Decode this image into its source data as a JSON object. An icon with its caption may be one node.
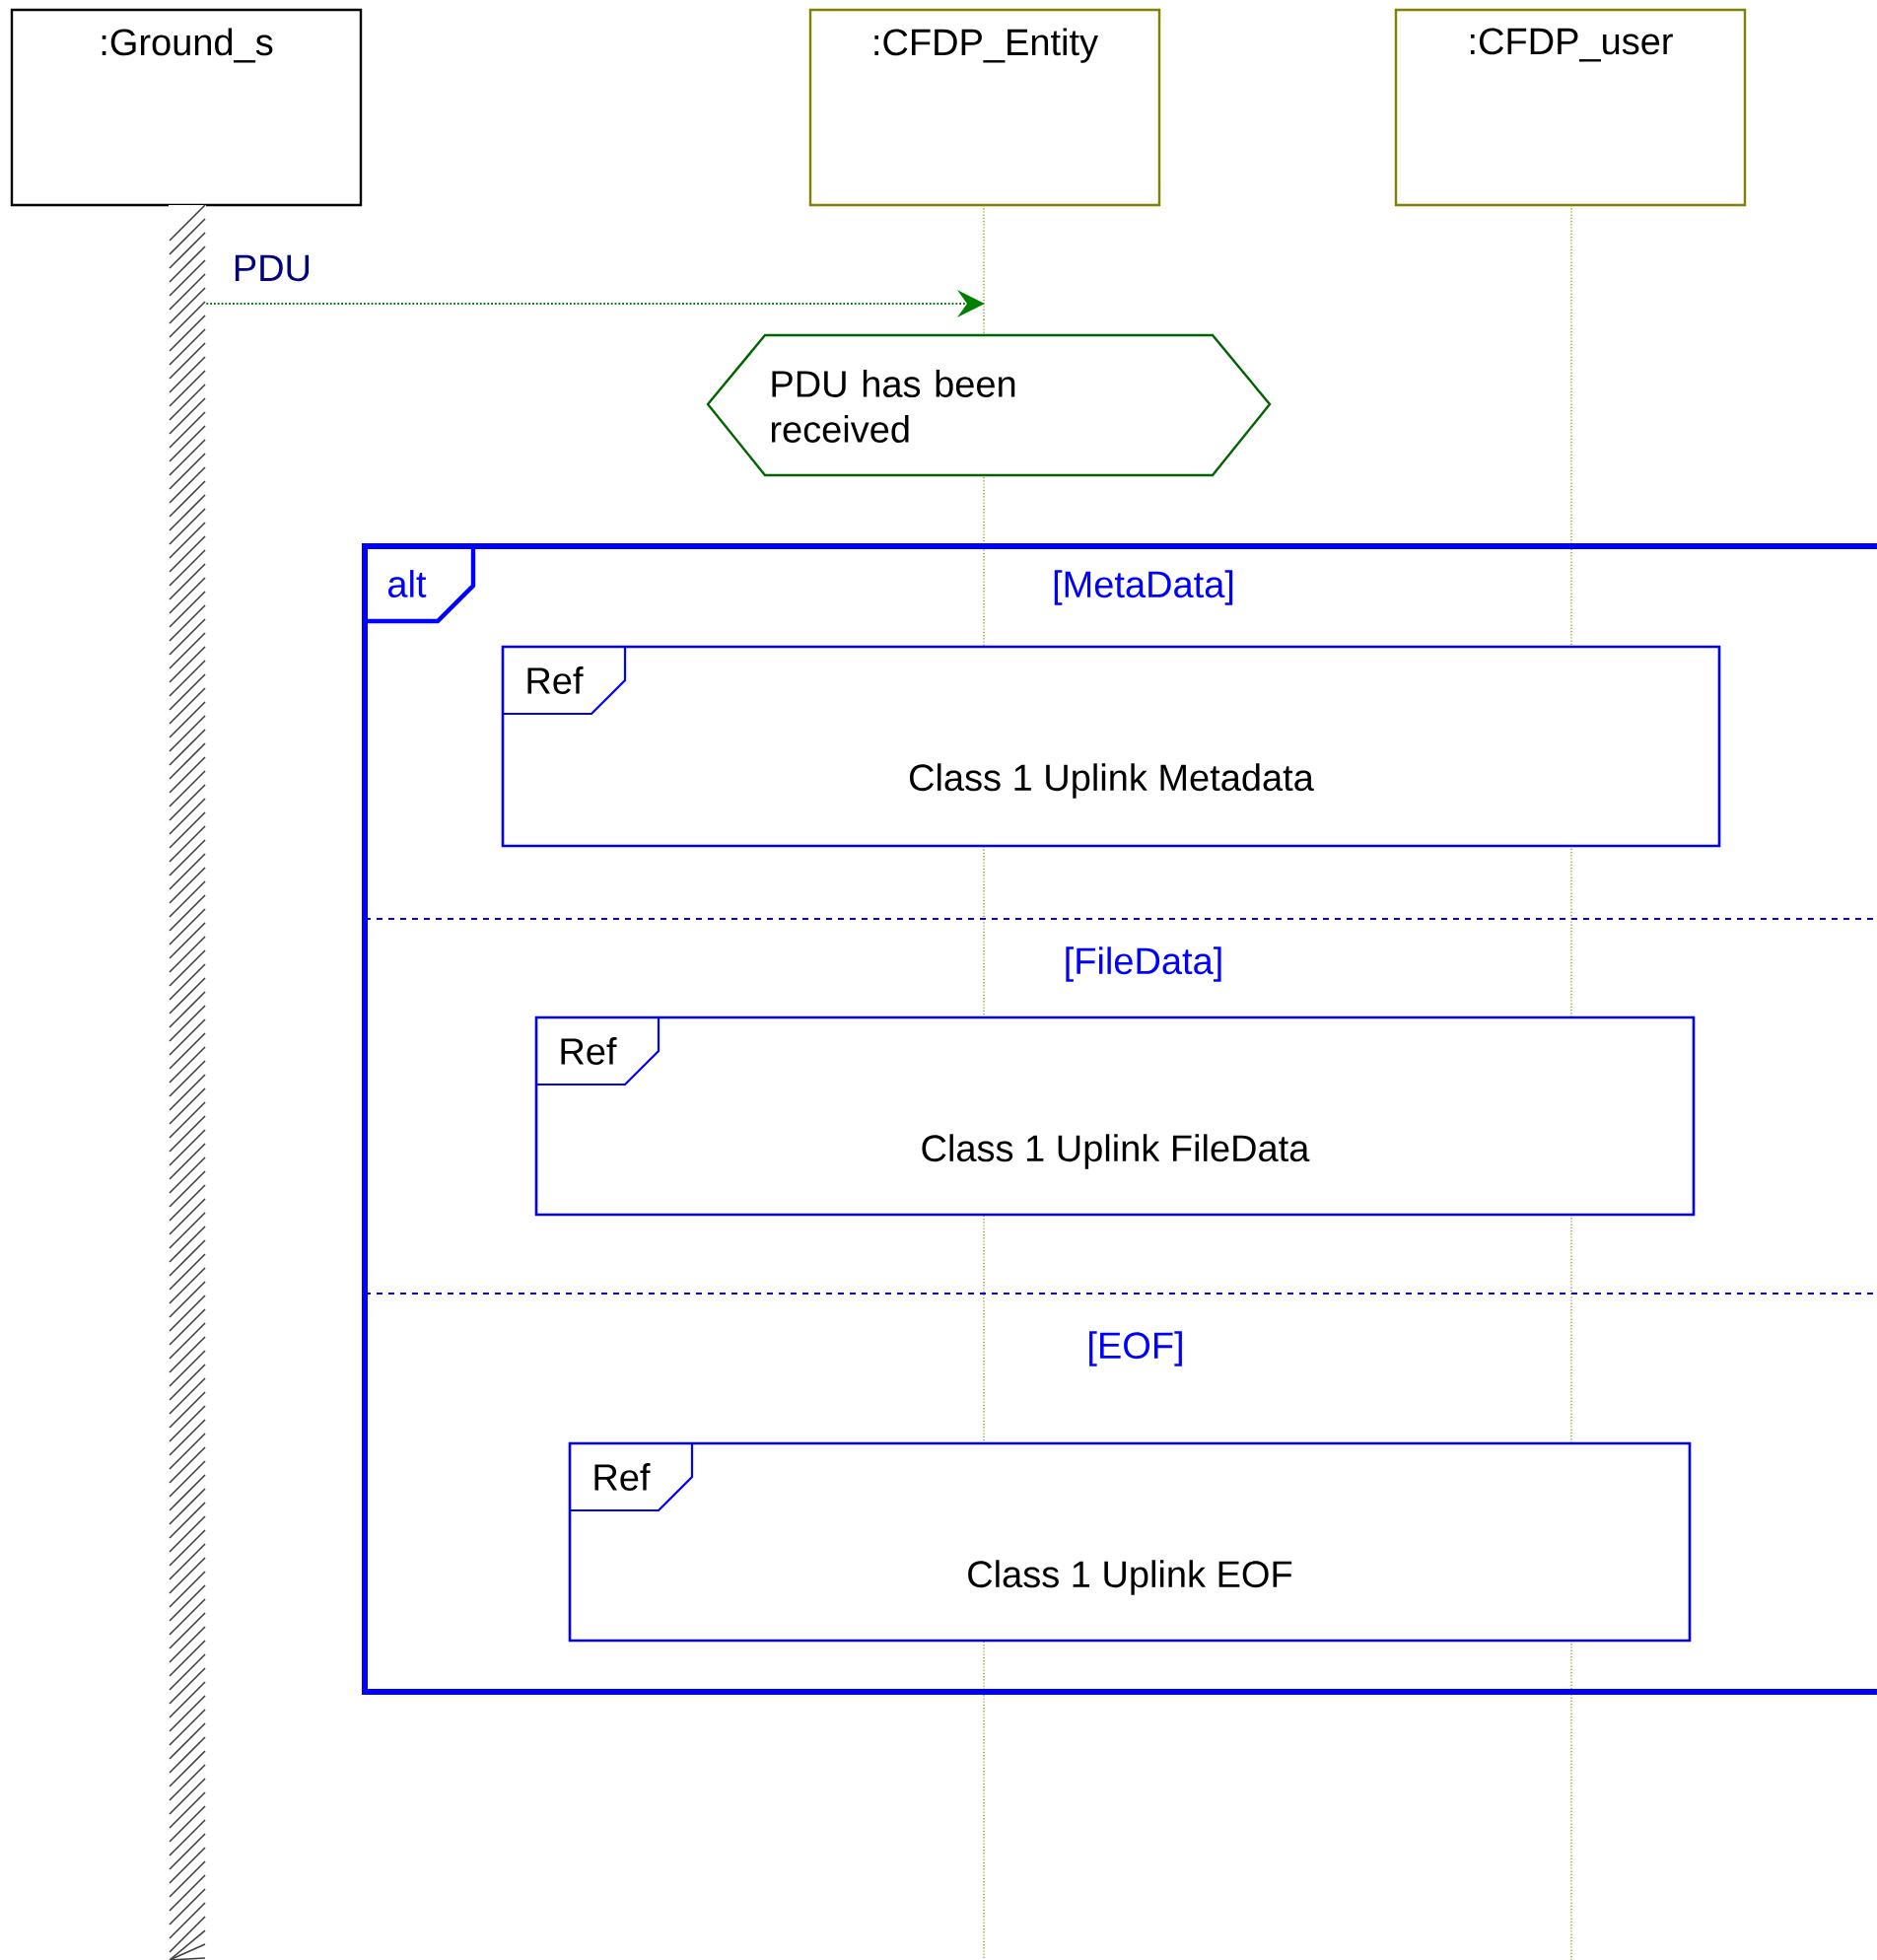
{
  "diagram": {
    "nodes": [
      {
        "text": [
          ":Ground_s"
        ]
      },
      {
        "text": [
          ":CFDP_Entity"
        ]
      },
      {
        "text": [
          ":CFDP_user"
        ]
      },
      {
        "text": [],
        "shape": "bar"
      },
      {
        "text": [
          "PDU has been received"
        ]
      },
      {
        "text": [
          "alt",
          "[MetaData]",
          "[FileData]",
          "[EOF]"
        ]
      },
      {
        "text": [
          "Ref",
          "Class 1 Uplink Metadata"
        ],
        "in": 5
      },
      {
        "text": [
          "Ref",
          "Class 1 Uplink FileData"
        ],
        "in": 5
      },
      {
        "text": [
          "Ref",
          "Class 1 Uplink EOF"
        ],
        "in": 5
      }
    ],
    "edges": [
      {
        "from": 3,
        "to": 1,
        "arrow": "to",
        "label": "PDU",
        "style": "dashed",
        "color": "#008000"
      }
    ]
  }
}
